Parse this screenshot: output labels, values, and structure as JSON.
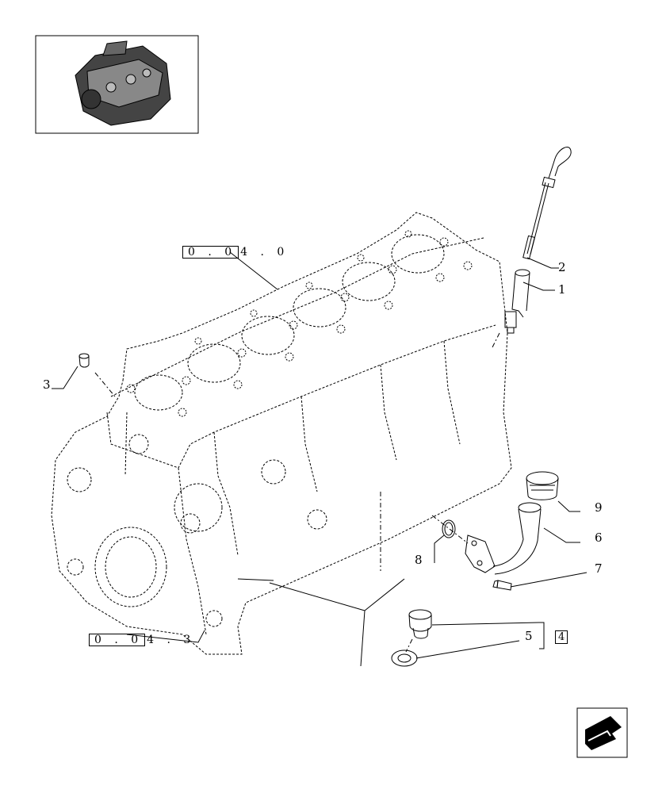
{
  "reference_labels": {
    "block_ref": {
      "boxed": "0 . 0",
      "rest": "4 . 0"
    },
    "timing_ref": {
      "boxed": "0 . 0",
      "rest": "4 . 3"
    }
  },
  "callouts": {
    "c1": "1",
    "c2": "2",
    "c3": "3",
    "c4": "4",
    "c5": "5",
    "c6": "6",
    "c7": "7",
    "c8": "8",
    "c9": "9"
  },
  "icons": {
    "engine_thumbnail": "engine-thumbnail-icon",
    "navigation": "next-page-arrow-icon"
  },
  "colors": {
    "line": "#000000",
    "background": "#ffffff"
  }
}
